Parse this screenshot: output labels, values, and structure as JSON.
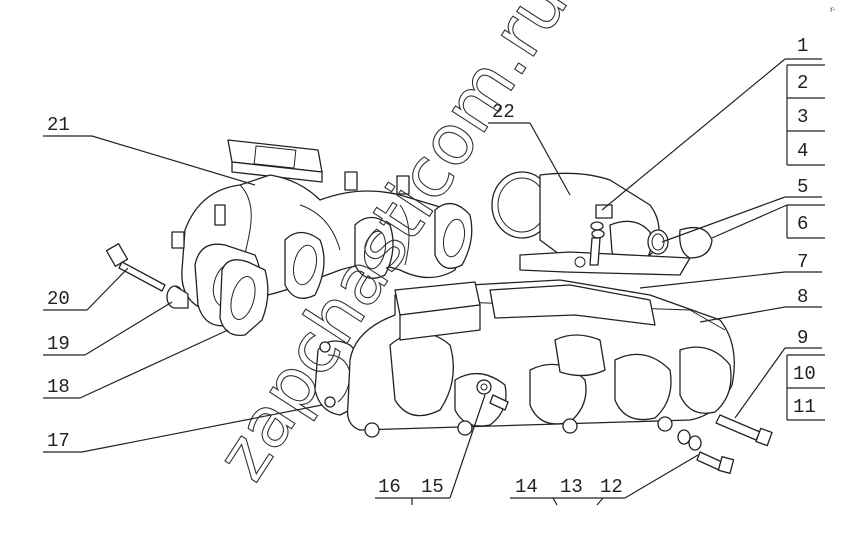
{
  "watermark": "zapchasticom.ru",
  "corner_mark": "r-",
  "callouts": {
    "c1": "1",
    "c2": "2",
    "c3": "3",
    "c4": "4",
    "c5": "5",
    "c6": "6",
    "c7": "7",
    "c8": "8",
    "c9": "9",
    "c10": "10",
    "c11": "11",
    "c12": "12",
    "c13": "13",
    "c14": "14",
    "c15": "15",
    "c16": "16",
    "c17": "17",
    "c18": "18",
    "c19": "19",
    "c20": "20",
    "c21": "21",
    "c22": "22"
  }
}
